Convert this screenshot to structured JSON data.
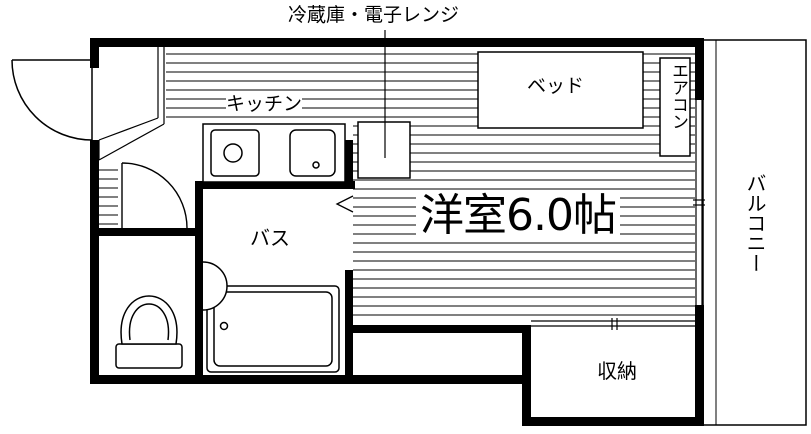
{
  "labels": {
    "fridge_range": "冷蔵庫・電子レンジ",
    "kitchen": "キッチン",
    "bed": "ベッド",
    "air_conditioner": "エアコン",
    "western_room": "洋室6.0帖",
    "bath": "バス",
    "storage": "収納",
    "balcony": "バルコニー"
  },
  "colors": {
    "wall": "#000000",
    "line": "#000000",
    "background": "#ffffff"
  }
}
